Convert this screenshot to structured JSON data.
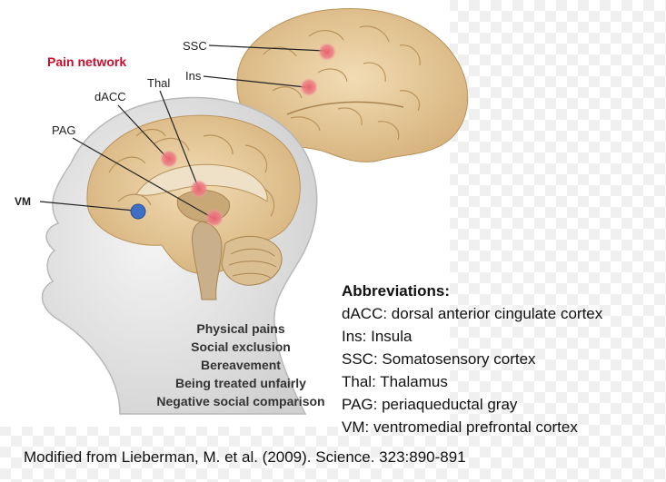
{
  "title": "Pain network",
  "labels": {
    "ssc": "SSC",
    "ins": "Ins",
    "thal": "Thal",
    "dacc": "dACC",
    "pag": "PAG",
    "vm": "VM"
  },
  "causes": [
    "Physical pains",
    "Social exclusion",
    "Bereavement",
    "Being treated unfairly",
    "Negative social comparison"
  ],
  "abbreviations": {
    "heading": "Abbreviations:",
    "items": [
      "dACC: dorsal anterior cingulate cortex",
      "Ins: Insula",
      "SSC: Somatosensory cortex",
      "Thal: Thalamus",
      "PAG: periaqueductal gray",
      "VM: ventromedial prefrontal cortex"
    ]
  },
  "citation": "Modified from Lieberman, M. et al. (2009). Science. 323:890-891",
  "colors": {
    "title": "#c8102e",
    "region_marker": "#e8616b",
    "vm_marker": "#3f6fc4",
    "brain": "#e6c99a",
    "head": "#d8d8d8"
  }
}
